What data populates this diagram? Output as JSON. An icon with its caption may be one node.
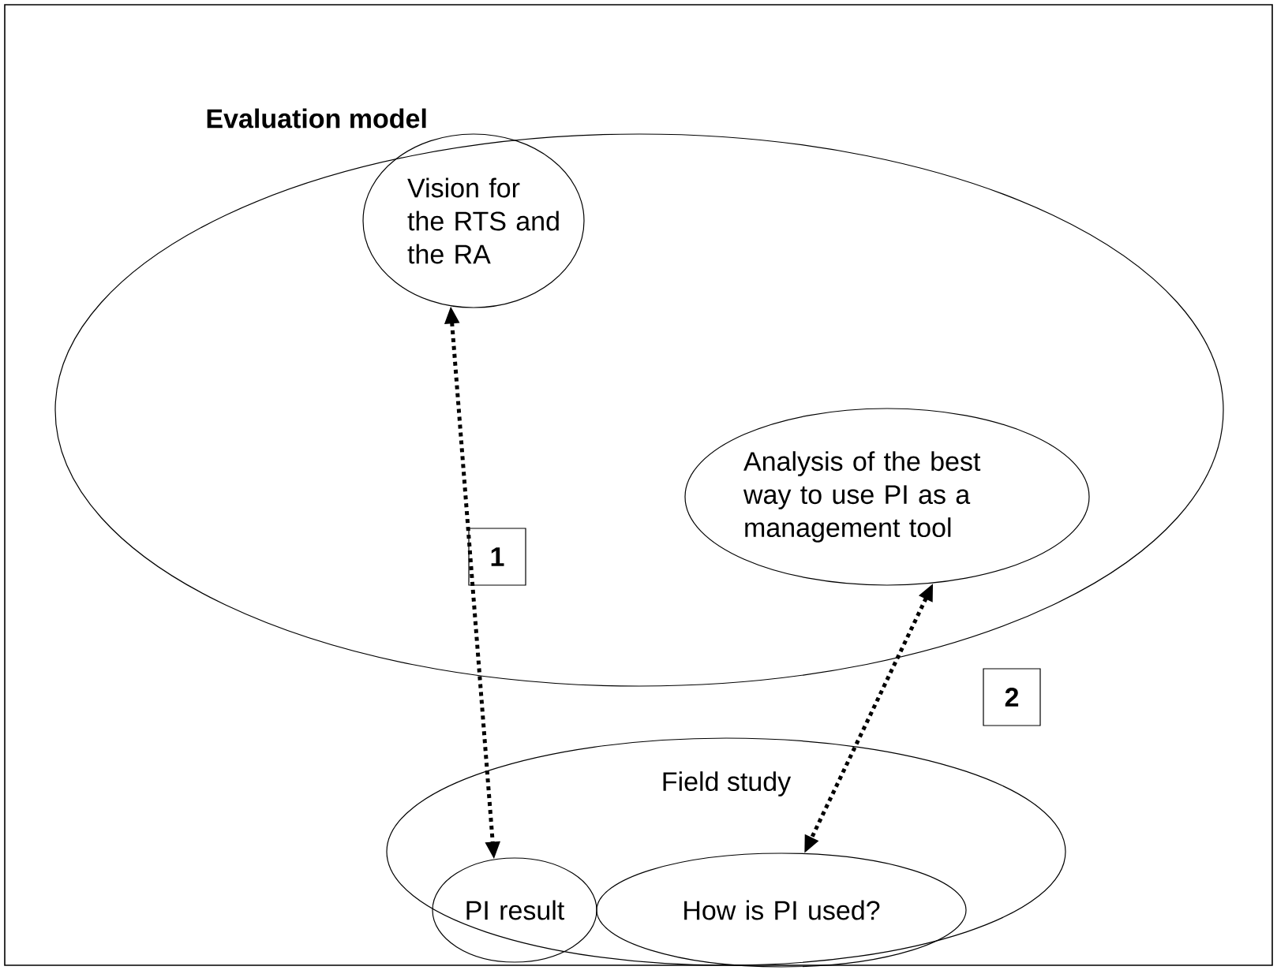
{
  "diagram": {
    "nodes": [
      {
        "text": [
          "Evaluation model"
        ]
      },
      {
        "text": [
          "Vision for the RTS and the RA"
        ],
        "in": 0
      },
      {
        "text": [
          "Analysis of the best way to use PI as a management tool"
        ],
        "in": 0
      },
      {
        "text": [
          "Field study"
        ]
      },
      {
        "text": [
          "PI result"
        ],
        "in": 3
      },
      {
        "text": [
          "How is PI used?"
        ],
        "in": 3
      }
    ],
    "edges": [
      {
        "from": 1,
        "to": 4,
        "arrow": "both",
        "style": "dashed"
      },
      {
        "from": 2,
        "to": 5,
        "arrow": "both",
        "style": "dashed"
      }
    ],
    "labels": [
      "1",
      "2"
    ]
  }
}
